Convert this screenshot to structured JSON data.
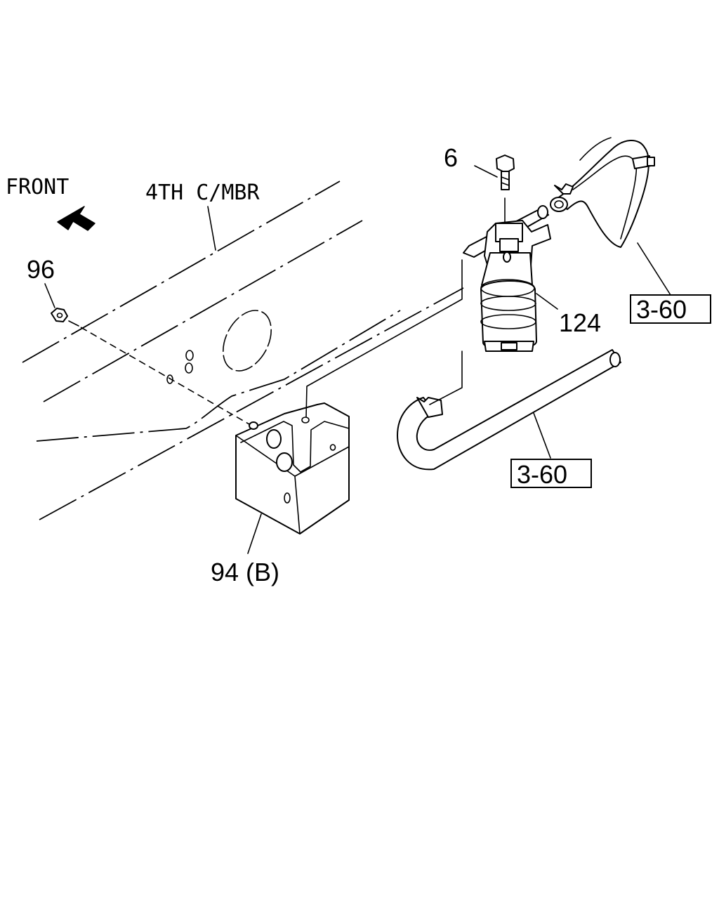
{
  "labels": {
    "front": "FRONT",
    "member": "4TH C/MBR"
  },
  "callouts": [
    {
      "id": "bolt",
      "text": "6"
    },
    {
      "id": "nut",
      "text": "96"
    },
    {
      "id": "filter",
      "text": "124"
    },
    {
      "id": "bracket",
      "text": "94 (B)"
    }
  ],
  "references": [
    {
      "id": "upper-hose",
      "text": "3-60"
    },
    {
      "id": "lower-hose",
      "text": "3-60"
    }
  ]
}
